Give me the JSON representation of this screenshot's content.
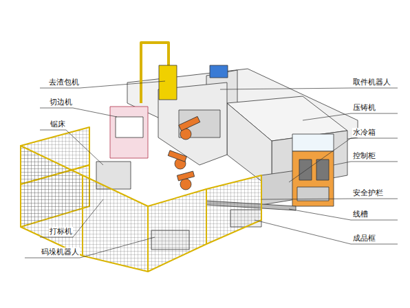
{
  "diagram": {
    "labels": [
      "去渣包机",
      "切边机",
      "锯床",
      "打标机",
      "码垛机器人",
      "取件机器人",
      "压铸机",
      "水冷箱",
      "控制柜",
      "安全护栏",
      "线槽",
      "成品框"
    ]
  }
}
